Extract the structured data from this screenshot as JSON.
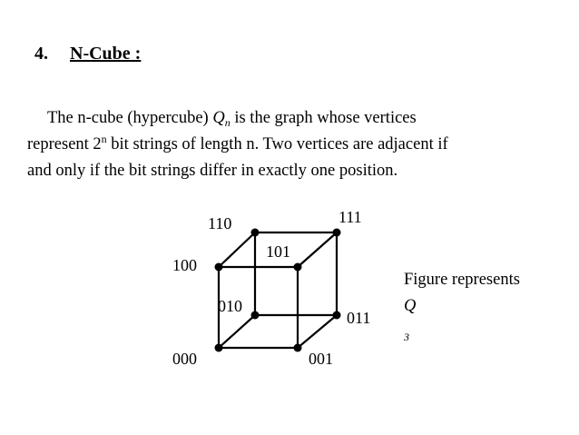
{
  "heading": {
    "number": "4.",
    "title": "N-Cube :"
  },
  "paragraph": {
    "line1_pre": "The n-cube (hypercube) ",
    "line1_sym": "Q",
    "line1_sub": "n",
    "line1_post": " is the graph whose vertices",
    "line2_pre": "represent 2",
    "line2_sup": "n",
    "line2_post": " bit strings of length n. Two vertices are adjacent if",
    "line3": "and only if the bit strings differ in exactly one position."
  },
  "vertices": {
    "v000": "000",
    "v001": "001",
    "v010": "010",
    "v011": "011",
    "v100": "100",
    "v101": "101",
    "v110": "110",
    "v111": "111"
  },
  "caption": {
    "line1": "Figure represents",
    "sym": "Q",
    "sub": "3"
  }
}
